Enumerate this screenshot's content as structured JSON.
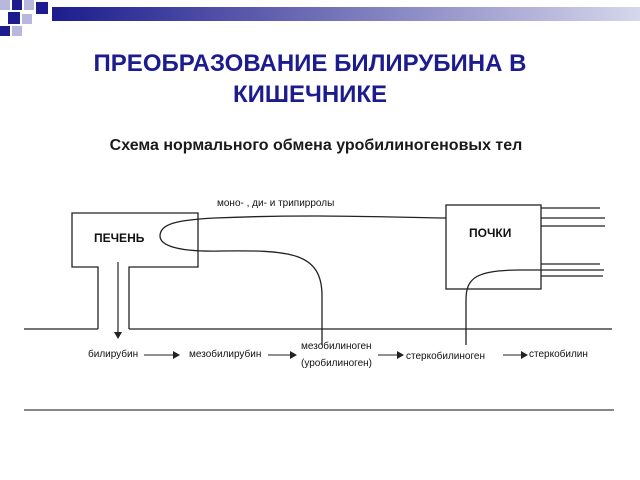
{
  "slide": {
    "title_line1": "ПРЕОБРАЗОВАНИЕ БИЛИРУБИНА В",
    "title_line2": "КИШЕЧНИКЕ",
    "subtitle": "Схема нормального обмена уробилиногеновых тел"
  },
  "diagram": {
    "liver_label": "ПЕЧЕНЬ",
    "kidney_label": "ПОЧКИ",
    "recirculation_label": "моно- , ди- и трипирролы",
    "intestine_labels": {
      "bilirubin": "билирубин",
      "mesobilirubin": "мезобилирубин",
      "mesobilinogen_line1": "мезобилиноген",
      "mesobilinogen_line2": "(уробилиноген)",
      "stercobilinogen": "стеркобилиноген",
      "stercobilin": "стеркобилин"
    }
  },
  "colors": {
    "title": "#1c1c8e",
    "deco_dark": "#1c1c8e",
    "deco_light": "#b8b8de",
    "line": "#222222",
    "grey_line": "#888888"
  }
}
